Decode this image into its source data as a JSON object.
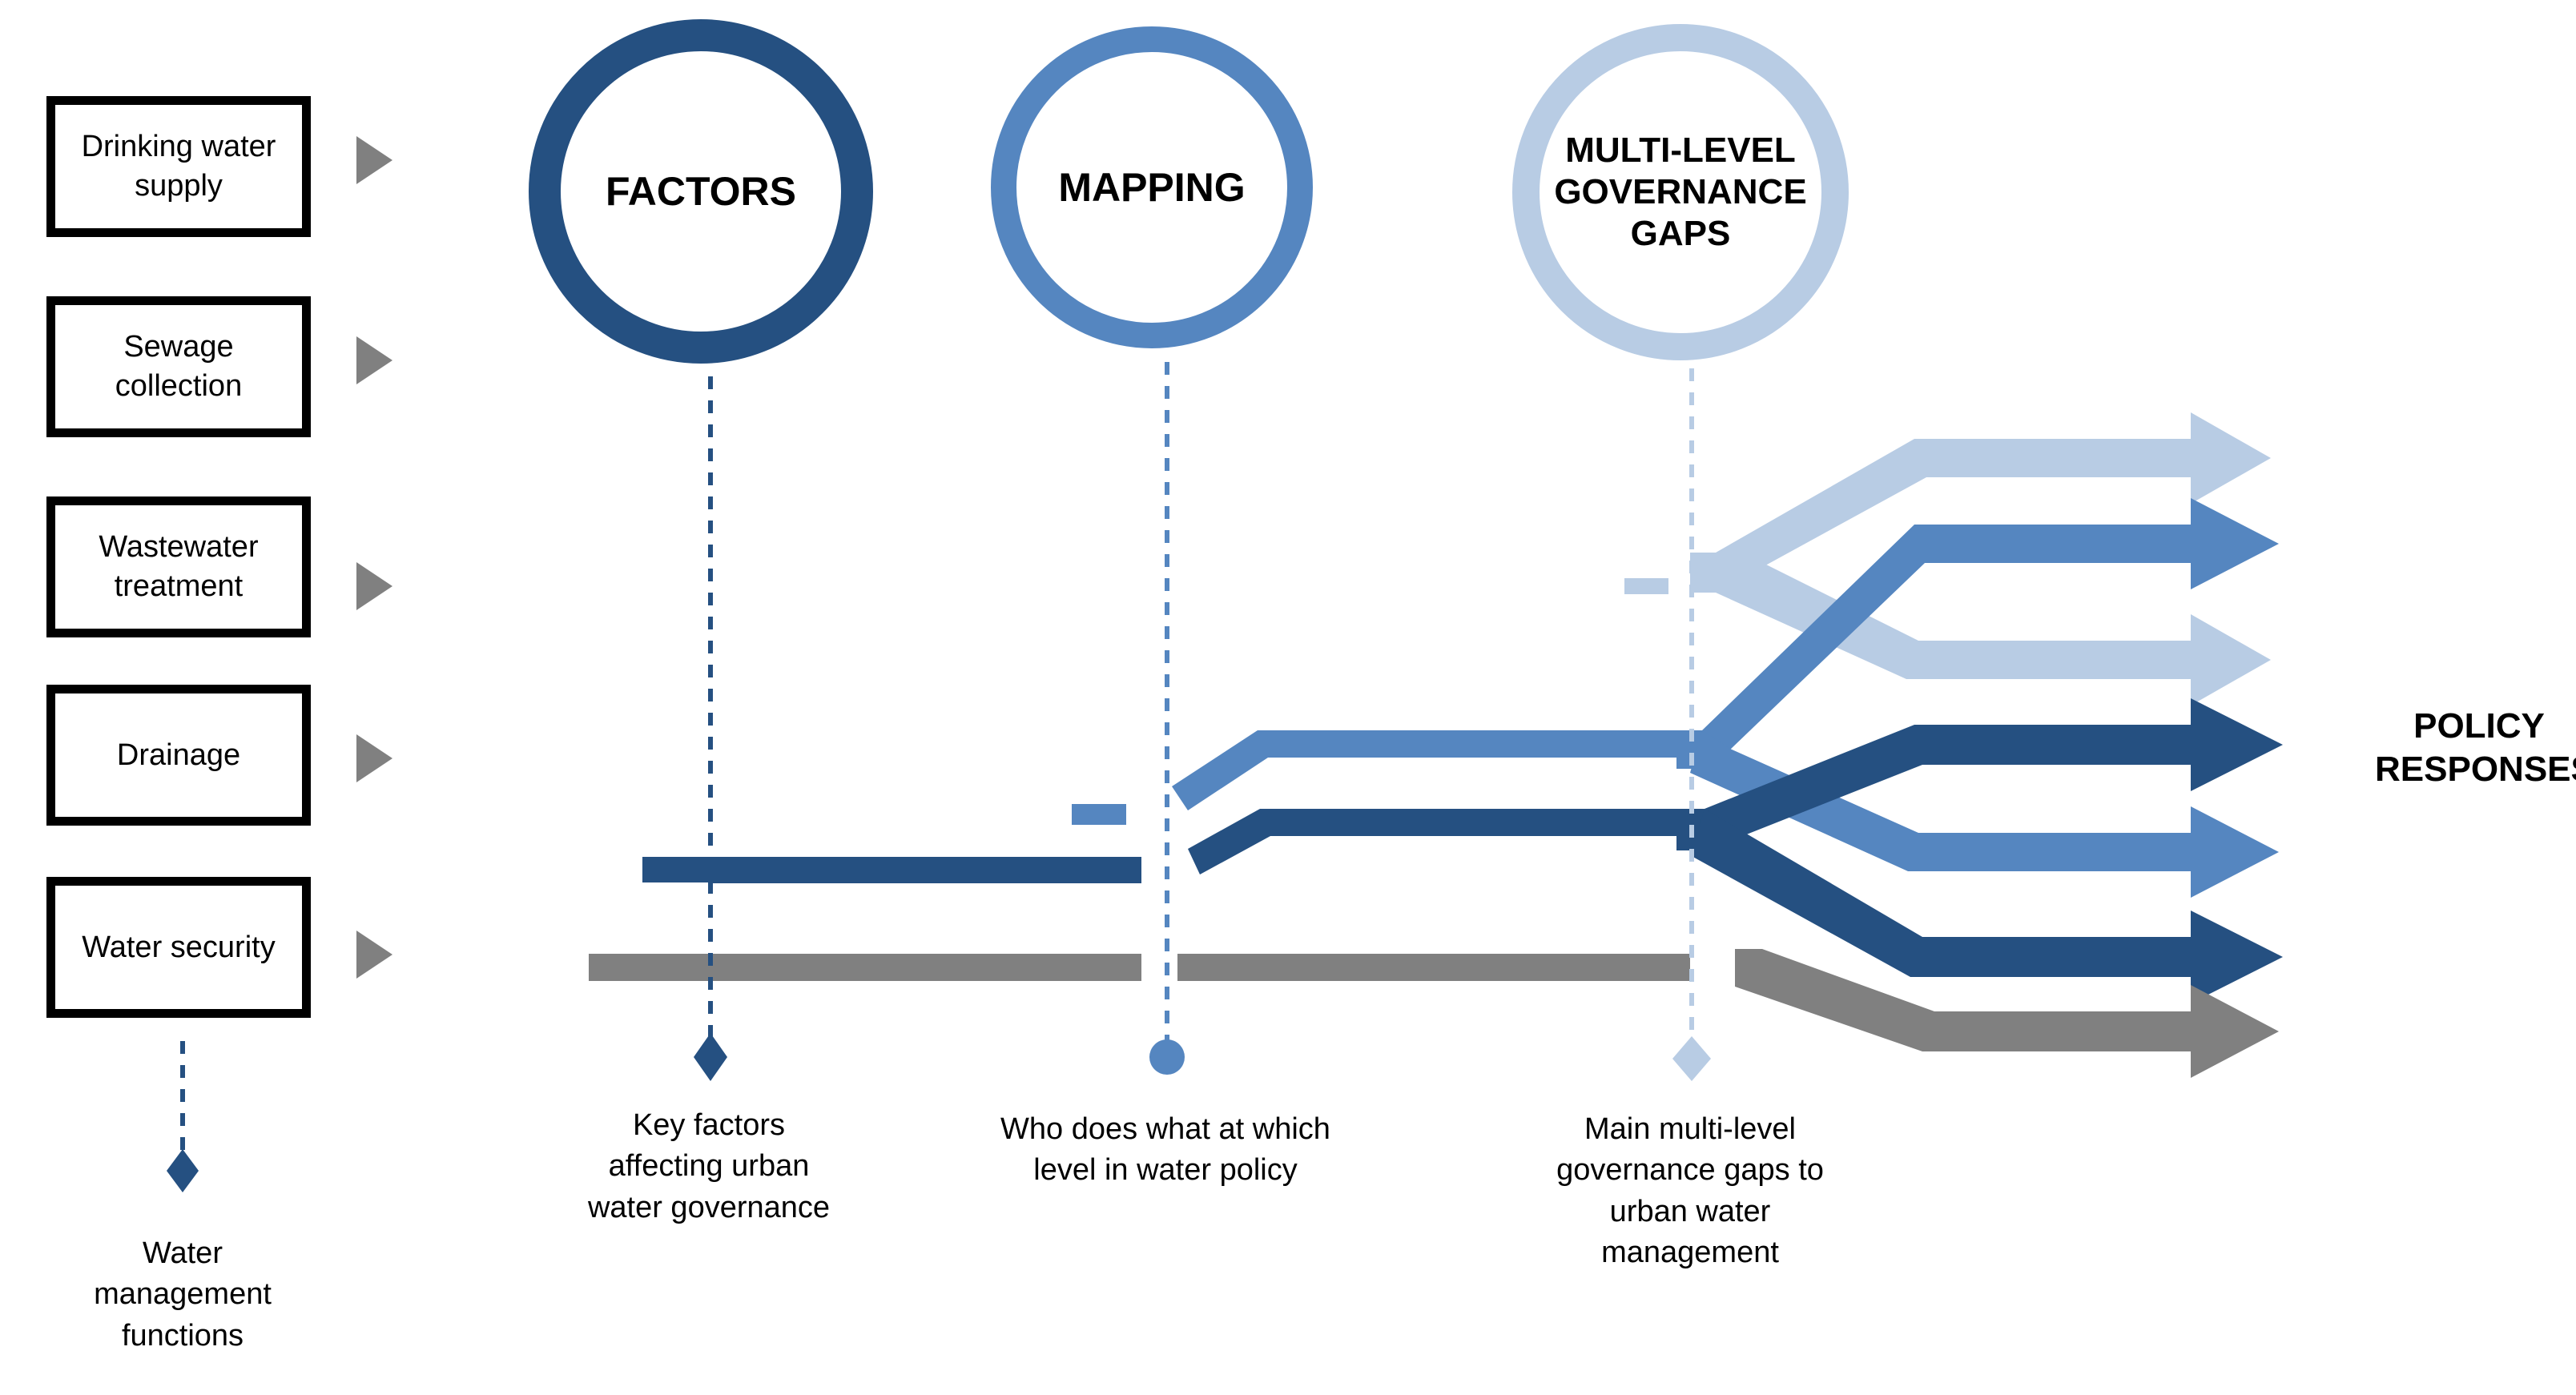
{
  "diagram": {
    "title_right": "POLICY\nRESPONSES",
    "policy_responses_line1": "POLICY",
    "policy_responses_line2": "RESPONSES"
  },
  "functions": {
    "group_caption_line1": "Water",
    "group_caption_line2": "management",
    "group_caption_line3": "functions",
    "items": [
      {
        "line1": "Drinking water",
        "line2": "supply"
      },
      {
        "line1": "Sewage",
        "line2": "collection"
      },
      {
        "line1": "Wastewater",
        "line2": "treatment"
      },
      {
        "line1": "Drainage",
        "line2": ""
      },
      {
        "line1": "Water security",
        "line2": ""
      }
    ]
  },
  "stages": [
    {
      "id": "factors",
      "circle_label": "FACTORS",
      "color": "#255081",
      "caption_line1": "Key factors",
      "caption_line2": "affecting urban",
      "caption_line3": "water governance",
      "endpoint": "diamond"
    },
    {
      "id": "mapping",
      "circle_label": "MAPPING",
      "color": "#5586c0",
      "caption_line1": "Who does what at which",
      "caption_line2": "level in water policy",
      "caption_line3": "",
      "endpoint": "circle"
    },
    {
      "id": "gaps",
      "circle_label_line1": "MULTI-LEVEL",
      "circle_label_line2": "GOVERNANCE",
      "circle_label_line3": "GAPS",
      "color": "#b8cce4",
      "caption_line1": "Main multi-level",
      "caption_line2": "governance gaps to",
      "caption_line3": "urban water",
      "caption_line4": "management",
      "endpoint": "diamond-light"
    }
  ],
  "colors": {
    "dark_blue": "#255081",
    "mid_blue": "#5586c0",
    "light_blue": "#b8cce4",
    "gray": "#808080",
    "black": "#000000",
    "white": "#ffffff"
  }
}
